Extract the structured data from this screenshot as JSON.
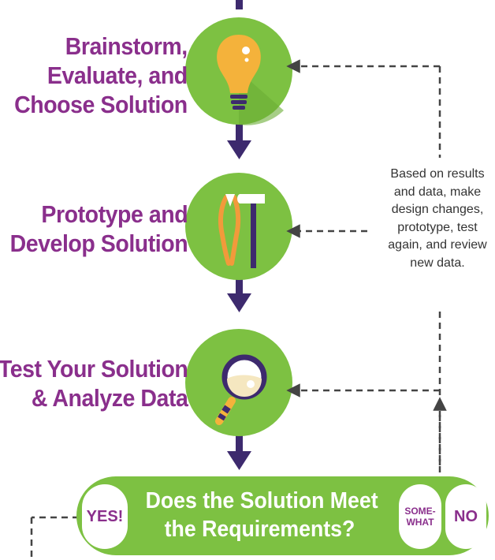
{
  "steps": [
    {
      "label_lines": [
        "Brainstorm,",
        "Evaluate, and",
        "Choose Solution"
      ],
      "icon": "lightbulb-icon"
    },
    {
      "label_lines": [
        "Prototype and",
        "Develop Solution"
      ],
      "icon": "tools-icon"
    },
    {
      "label_lines": [
        "Test Your Solution",
        "& Analyze Data"
      ],
      "icon": "magnifier-icon"
    }
  ],
  "feedback_note": [
    "Based on results",
    "and data, make",
    "design changes,",
    "prototype, test",
    "again, and review",
    "new data."
  ],
  "decision": {
    "title_lines": [
      "Does the Solution Meet",
      "the Requirements?"
    ],
    "yes": "YES!",
    "somewhat_lines": [
      "SOME-",
      "WHAT"
    ],
    "no": "NO"
  },
  "colors": {
    "purple": "#8a2f8c",
    "green": "#7dc142",
    "arrow": "#3d2a6e",
    "dashed": "#444444",
    "bulb": "#f4b23b",
    "pliers": "#f29a3b"
  }
}
